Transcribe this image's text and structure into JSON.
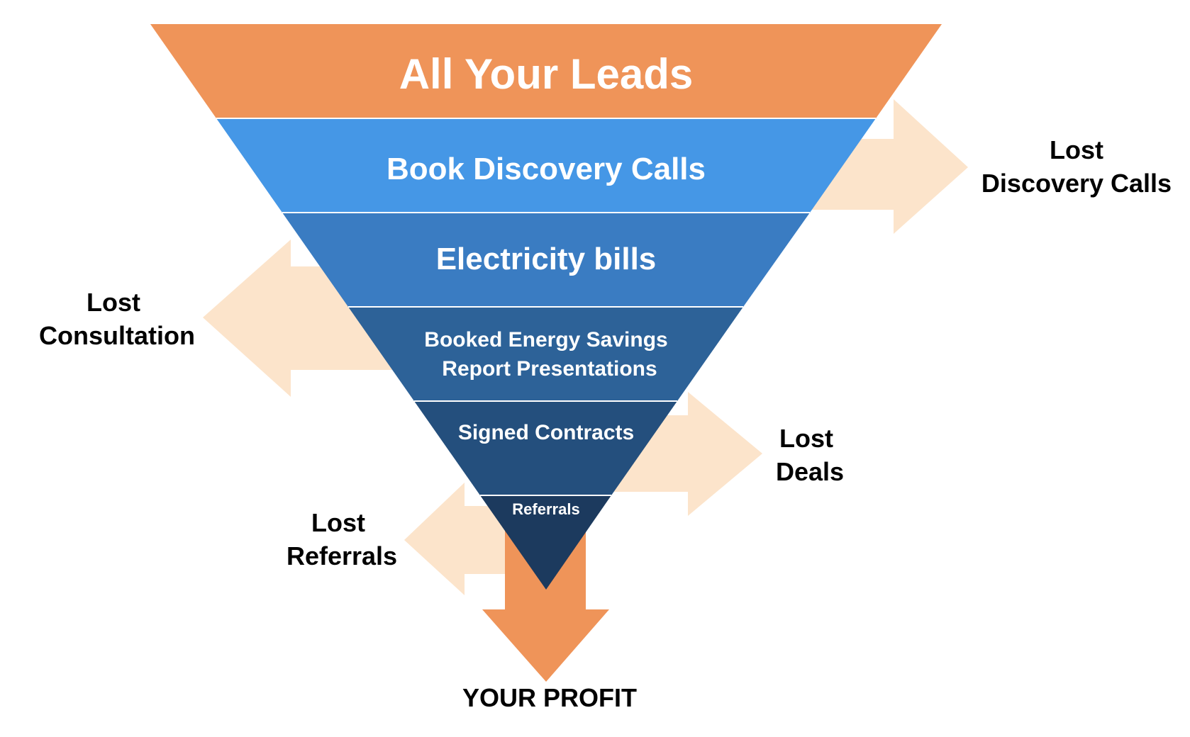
{
  "colors": {
    "profit_orange": "#ef9459",
    "side_arrow_peach": "#fce4cb",
    "divider": "#ffffff",
    "side_text": "#000000",
    "stage_text": "#ffffff"
  },
  "stages": [
    {
      "id": "all-leads",
      "lines": [
        "All Your Leads"
      ],
      "color": "#ef9459"
    },
    {
      "id": "discovery-calls",
      "lines": [
        "Book Discovery Calls"
      ],
      "color": "#4597e6"
    },
    {
      "id": "electricity-bills",
      "lines": [
        "Electricity bills"
      ],
      "color": "#3a7cc2"
    },
    {
      "id": "energy-savings",
      "lines": [
        "Booked Energy Savings",
        "Report Presentations"
      ],
      "color": "#2d6298"
    },
    {
      "id": "signed-contracts",
      "lines": [
        "Signed Contracts"
      ],
      "color": "#244f7d"
    },
    {
      "id": "referrals",
      "lines": [
        "Referrals"
      ],
      "color": "#1c3a5e"
    }
  ],
  "side_labels": {
    "lost_discovery_calls": [
      "Lost",
      "Discovery Calls"
    ],
    "lost_consultation": [
      "Lost",
      "Consultation"
    ],
    "lost_deals": [
      "Lost",
      "Deals"
    ],
    "lost_referrals": [
      "Lost",
      "Referrals"
    ]
  },
  "profit_label": "YOUR PROFIT"
}
